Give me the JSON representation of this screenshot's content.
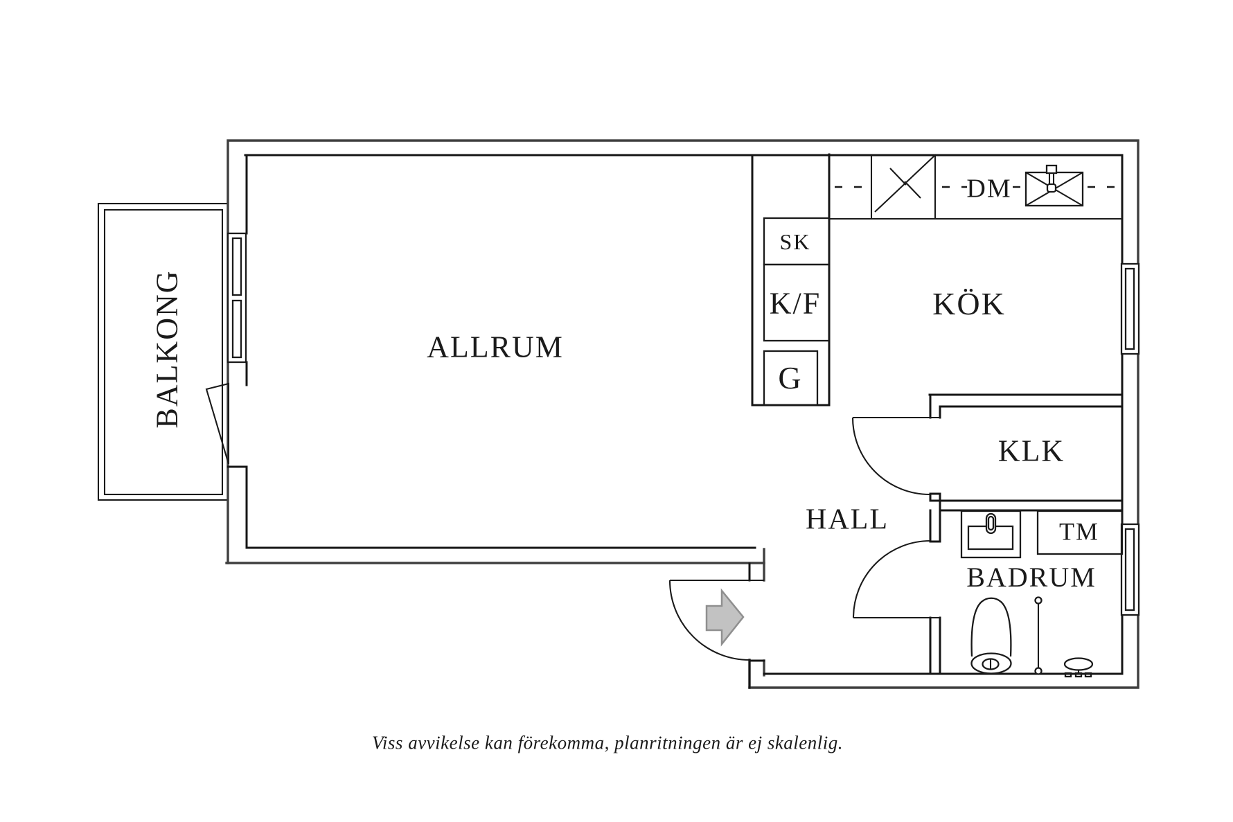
{
  "plan": {
    "rooms": {
      "balcony": "BALKONG",
      "living_room": "ALLRUM",
      "kitchen": "KÖK",
      "hall": "HALL",
      "closet": "KLK",
      "bathroom": "BADRUM"
    },
    "fixtures": {
      "wardrobe_sk": "SK",
      "fridge_freezer": "K/F",
      "cabinet_g": "G",
      "dishwasher": "DM",
      "washing_machine": "TM"
    },
    "caption": "Viss avvikelse kan förekomma, planritningen är ej skalenlig."
  },
  "colors": {
    "background": "#ffffff",
    "wall_line": "#151515",
    "outer_wall_line": "#3f3f3f",
    "arrow_fill": "#c2c2c2",
    "arrow_stroke": "#8f8f8f",
    "text": "#1a1a1a"
  }
}
